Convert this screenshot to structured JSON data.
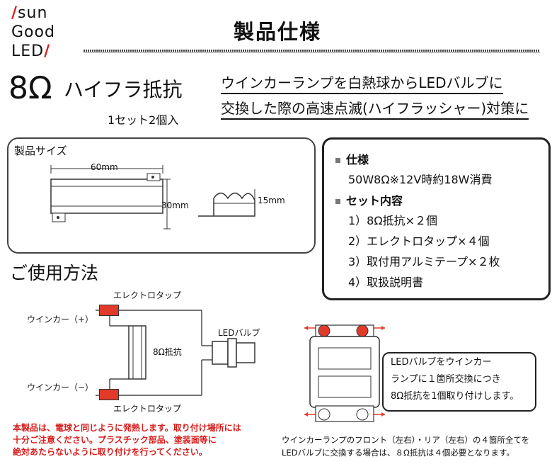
{
  "logo": {
    "line1": "sun",
    "line2": "Good",
    "line3": "LED"
  },
  "header": {
    "title": "製品仕様"
  },
  "product": {
    "resistance": "8Ω",
    "name": "ハイフラ抵抗",
    "set_note": "1セット2個入"
  },
  "tagline": {
    "line1": "ウインカーランプを白熱球からLEDバルブに",
    "line2": "交換した際の高速点滅(ハイフラッシャー)対策に"
  },
  "size": {
    "label": "製品サイズ",
    "width": "60mm",
    "length": "30mm",
    "height": "15mm"
  },
  "spec": {
    "heading": "仕様",
    "value": "50W8Ω※12V時約18W消費",
    "set_heading": "セット内容",
    "items": [
      "1）8Ω抵抗×２個",
      "2）エレクトロタップ×４個",
      "3）取付用アルミテープ×２枚",
      "4）取扱説明書"
    ]
  },
  "usage": {
    "title": "ご使用方法",
    "tap_top": "エレクトロタップ",
    "tap_bottom": "エレクトロタップ",
    "winker_plus": "ウインカー（+）",
    "winker_minus": "ウインカー（−）",
    "resistor": "8Ω抵抗",
    "led_bulb": "LEDバルブ"
  },
  "warning": {
    "line1": "本製品は、電球と同じように発熱します。取り付け場所には",
    "line2": "十分ご注意ください。プラスチック部品、塗装面等に",
    "line3": "絶対あたらないように取り付けを行ってください。"
  },
  "note_box": {
    "line1": "LEDバルブをウインカー",
    "line2": "ランプに１箇所交換につき",
    "line3": "8Ω抵抗を1個取り付けします。"
  },
  "bottom_note": {
    "line1": "ウインカーランプのフロント（左右）・リア（左右）の４箇所全てを",
    "line2": "LEDバルブに交換する場合は、８Ω抵抗は４個必要となります。"
  },
  "colors": {
    "accent_red": "#d81c1c",
    "tap_red": "#e23a2a"
  }
}
